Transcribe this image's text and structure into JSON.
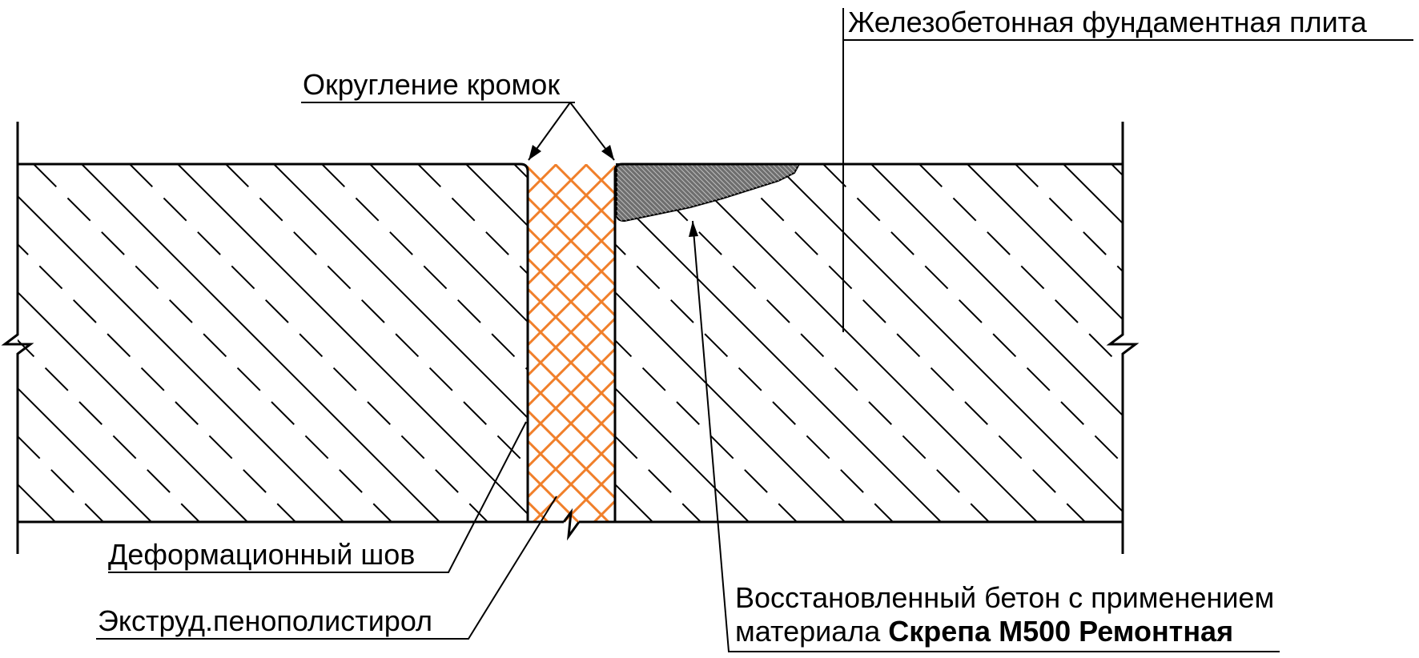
{
  "labels": {
    "slab": "Железобетонная фундаментная плита",
    "edge_rounding": "Округление кромок",
    "joint": "Деформационный шов",
    "xps": "Экструд.пенополистирол",
    "repair_line1": "Восстановленный бетон с применением",
    "repair_line2_prefix": "материала ",
    "repair_line2_bold": "Скрепа М500 Ремонтная"
  },
  "colors": {
    "line": "#000000",
    "xps_mesh": "#f07f2a",
    "repair_fill": "#6e6e6e"
  }
}
